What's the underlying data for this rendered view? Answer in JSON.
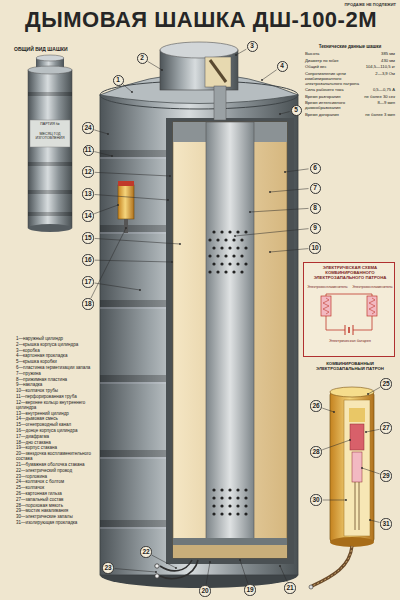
{
  "diagram": {
    "title": "ДЫМОВАЯ ШАШКА ДШ-100-2М",
    "nodes": [
      {
        "text": [
          "ЭЛЕКТРИЧЕСКАЯ СХЕМА КОМБИНИРОВАННОГО ЭЛЕКТРОЗАПАЛЬНОГО ПАТРОНА",
          "Электровоспламенитель",
          "Электровоспламенитель",
          "Электрическая батарея"
        ]
      },
      {
        "text": [
          "1"
        ]
      },
      {
        "text": [
          "2"
        ]
      },
      {
        "text": [
          "3"
        ]
      },
      {
        "text": [
          "4"
        ]
      },
      {
        "text": [
          "5"
        ]
      },
      {
        "text": [
          "6"
        ]
      },
      {
        "text": [
          "7"
        ]
      },
      {
        "text": [
          "8"
        ]
      },
      {
        "text": [
          "9"
        ]
      },
      {
        "text": [
          "10"
        ]
      },
      {
        "text": [
          "11"
        ]
      },
      {
        "text": [
          "12"
        ]
      },
      {
        "text": [
          "13"
        ]
      },
      {
        "text": [
          "14"
        ]
      },
      {
        "text": [
          "15"
        ]
      },
      {
        "text": [
          "16"
        ]
      },
      {
        "text": [
          "17"
        ]
      },
      {
        "text": [
          "18"
        ]
      },
      {
        "text": [
          "19"
        ]
      },
      {
        "text": [
          "20"
        ]
      },
      {
        "text": [
          "21"
        ]
      },
      {
        "text": [
          "22"
        ]
      },
      {
        "text": [
          "23"
        ]
      },
      {
        "text": [
          "24"
        ]
      },
      {
        "text": [
          "25"
        ]
      },
      {
        "text": [
          "26"
        ]
      },
      {
        "text": [
          "27"
        ]
      },
      {
        "text": [
          "28"
        ]
      },
      {
        "text": [
          "29"
        ]
      },
      {
        "text": [
          "30"
        ]
      },
      {
        "text": [
          "31"
        ]
      }
    ],
    "labels": [
      "ПРОДАЖЕ НЕ ПОДЛЕЖИТ",
      "ОБЩИЙ ВИД ШАШКИ",
      "ПАРТИЯ №",
      "МЕСЯЦ ГОД ИЗГОТОВЛЕНИЯ",
      "Технические данные шашки",
      "Высота",
      "385 мм",
      "Диаметр по юбке",
      "430 мм",
      "Общий вес",
      "104,5—110,5 кг",
      "Сопротивление цепи комбинированного электрозапального патрона",
      "2—3,9 Ом",
      "Сила рабочего тока",
      "0,5—0,75 А",
      "Время разгорания",
      "не более 30 сек",
      "Время интенсивного дымообразования",
      "8—9 мин",
      "Время догорания",
      "не более 3 мин",
      "1—наружный цилиндр",
      "2—крышка корпуса цилиндра",
      "3—коробка",
      "4—картонная прокладка",
      "5—крышка коробки",
      "6—пластинка герметизации запала",
      "7—пружина",
      "8—прижимная пластина",
      "9—накладка",
      "10—колпачок трубы",
      "11—перфорированная труба",
      "12—верхнее кольцо внутреннего цилиндра",
      "13—внутренний цилиндр",
      "14—дымовая смесь",
      "15—огнепроводный канал",
      "16—донце корпуса цилиндра",
      "17—диафрагма",
      "18—дно стакана",
      "19—корпус стакана",
      "20—звездочка воспламенительного состава",
      "21—бумажная оболочка стакана",
      "22—электрический провод",
      "23—горловина",
      "24—колпачок с болтом",
      "25—колпачок",
      "26—картонная гильза",
      "27—запальный состав",
      "28—пороховая мякоть",
      "29—мостик накаливания",
      "30—электрические запалы",
      "31—изолирующая прокладка",
      "КОМБИНИРОВАННЫЙ ЭЛЕКТРОЗАПАЛЬНЫЙ ПАТРОН"
    ]
  }
}
